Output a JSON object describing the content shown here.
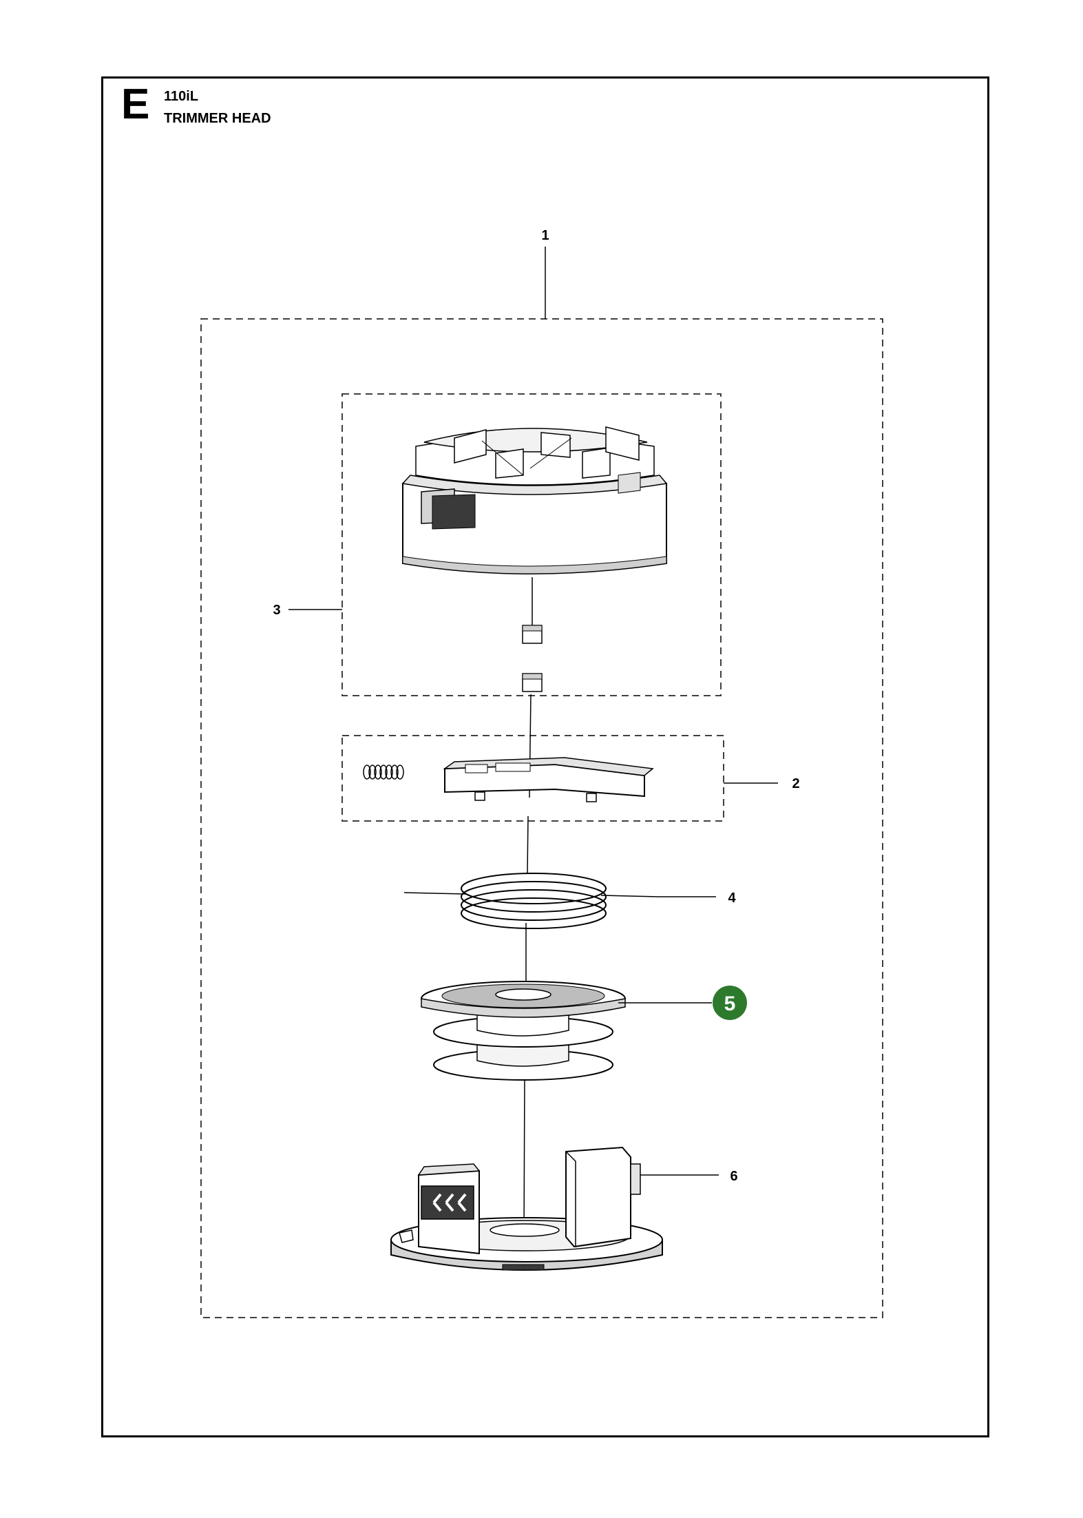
{
  "header": {
    "section_letter": "E",
    "model": "110iL",
    "title": "TRIMMER HEAD"
  },
  "callouts": [
    {
      "number": "1",
      "part": "trimmer-head-assembly",
      "highlighted": false
    },
    {
      "number": "2",
      "part": "button-and-spring-kit",
      "highlighted": false
    },
    {
      "number": "3",
      "part": "housing-cover-kit",
      "highlighted": false
    },
    {
      "number": "4",
      "part": "trimmer-line",
      "highlighted": false
    },
    {
      "number": "5",
      "part": "spool",
      "highlighted": true
    },
    {
      "number": "6",
      "part": "bottom-cap",
      "highlighted": false
    }
  ],
  "colors": {
    "frame": "#000000",
    "highlight": "#2d7a2d",
    "part_fill": "#ffffff",
    "part_shade": "#d8d8d8"
  }
}
